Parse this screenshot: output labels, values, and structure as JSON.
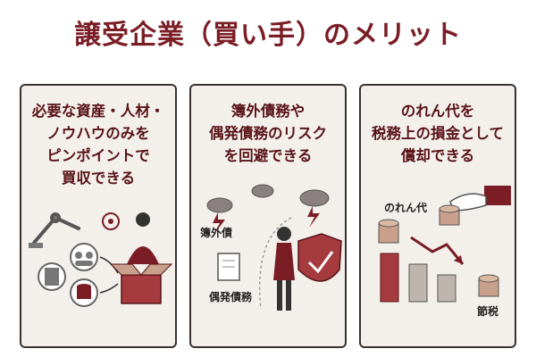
{
  "title": "譲受企業（買い手）のメリット",
  "cards": [
    {
      "lines": [
        "必要な資産・人材・",
        "ノウハウのみを",
        "ピンポイントで",
        "買収できる"
      ]
    },
    {
      "lines": [
        "簿外債務や",
        "偶発債務のリスク",
        "を回避できる"
      ],
      "labels": [
        "簿外債",
        "偶発債務"
      ]
    },
    {
      "lines": [
        "のれん代を",
        "税務上の損金として",
        "償却できる"
      ],
      "labels": [
        "のれん代",
        "節税"
      ]
    }
  ],
  "colors": {
    "accent": "#7a1d24",
    "panel": "#f3f0ec",
    "ink": "#3a3030"
  }
}
